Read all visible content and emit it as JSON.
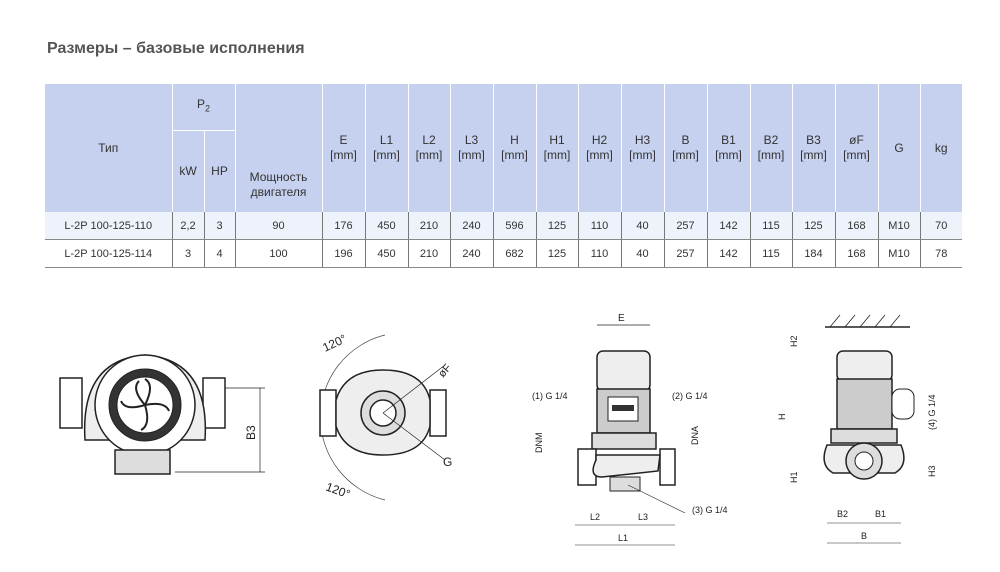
{
  "title": "Размеры – базовые исполнения",
  "table": {
    "headers": {
      "type": "Тип",
      "p2": "P",
      "p2_sub": "2",
      "kw": "kW",
      "hp": "HP",
      "motor": "Мощность двигателя",
      "dims": [
        {
          "name": "E",
          "unit": "[mm]"
        },
        {
          "name": "L1",
          "unit": "[mm]"
        },
        {
          "name": "L2",
          "unit": "[mm]"
        },
        {
          "name": "L3",
          "unit": "[mm]"
        },
        {
          "name": "H",
          "unit": "[mm]"
        },
        {
          "name": "H1",
          "unit": "[mm]"
        },
        {
          "name": "H2",
          "unit": "[mm]"
        },
        {
          "name": "H3",
          "unit": "[mm]"
        },
        {
          "name": "B",
          "unit": "[mm]"
        },
        {
          "name": "B1",
          "unit": "[mm]"
        },
        {
          "name": "B2",
          "unit": "[mm]"
        },
        {
          "name": "B3",
          "unit": "[mm]"
        },
        {
          "name": "øF",
          "unit": "[mm]"
        }
      ],
      "g": "G",
      "kg": "kg"
    },
    "rows": [
      [
        "L-2P 100-125-110",
        "2,2",
        "3",
        "90",
        "176",
        "450",
        "210",
        "240",
        "596",
        "125",
        "110",
        "40",
        "257",
        "142",
        "115",
        "125",
        "168",
        "M10",
        "70"
      ],
      [
        "L-2P 100-125-114",
        "3",
        "4",
        "100",
        "196",
        "450",
        "210",
        "240",
        "682",
        "125",
        "110",
        "40",
        "257",
        "142",
        "115",
        "184",
        "168",
        "M10",
        "78"
      ]
    ]
  },
  "drawings": {
    "d1": {
      "b3": "B3"
    },
    "d2": {
      "angle_top": "120°",
      "angle_bottom": "120°",
      "f": "øF",
      "g": "G"
    },
    "d3": {
      "e": "E",
      "p1": "(1) G 1/4",
      "p2": "(2) G 1/4",
      "p3": "(3) G 1/4",
      "dnm": "DNM",
      "dna": "DNA",
      "l2": "L2",
      "l3": "L3",
      "l1": "L1"
    },
    "d4": {
      "h2": "H2",
      "h": "H",
      "h1": "H1",
      "h3": "H3",
      "p4": "(4) G 1/4",
      "b2": "B2",
      "b1": "B1",
      "b": "B"
    }
  }
}
